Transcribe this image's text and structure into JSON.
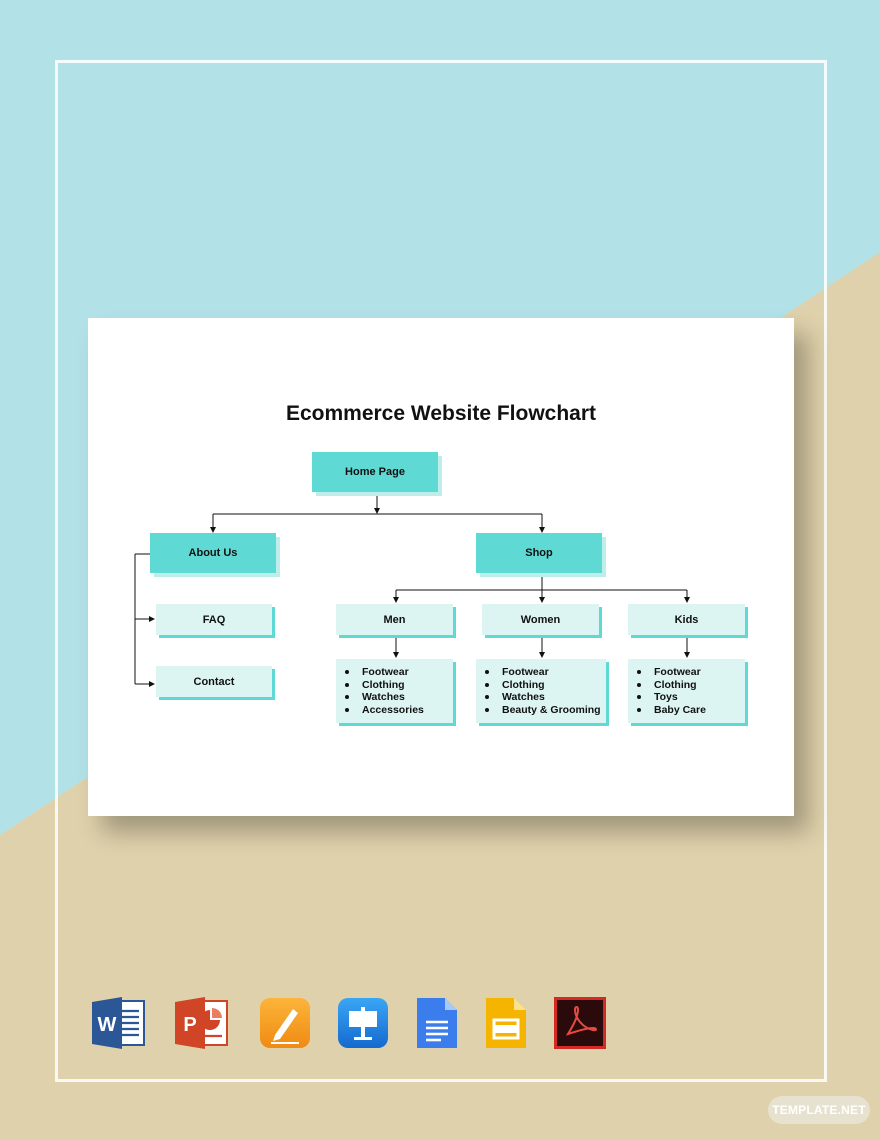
{
  "diagram": {
    "title": "Ecommerce Website Flowchart",
    "nodes": {
      "home": "Home Page",
      "about": "About Us",
      "shop": "Shop",
      "faq": "FAQ",
      "contact": "Contact",
      "men": "Men",
      "women": "Women",
      "kids": "Kids"
    },
    "lists": {
      "men": [
        "Footwear",
        "Clothing",
        "Watches",
        "Accessories"
      ],
      "women": [
        "Footwear",
        "Clothing",
        "Watches",
        "Beauty & Grooming"
      ],
      "kids": [
        "Footwear",
        "Clothing",
        "Toys",
        "Baby Care"
      ]
    }
  },
  "formats": [
    {
      "icon": "microsoft-word-icon",
      "letter": "W",
      "color": "#2b5797"
    },
    {
      "icon": "microsoft-powerpoint-icon",
      "letter": "P",
      "color": "#d04525"
    },
    {
      "icon": "apple-pages-icon",
      "color": "#f59b1a"
    },
    {
      "icon": "apple-keynote-icon",
      "color": "#1e88e5"
    },
    {
      "icon": "google-docs-icon",
      "color": "#3b7ded"
    },
    {
      "icon": "google-slides-icon",
      "color": "#f4b400"
    },
    {
      "icon": "adobe-pdf-icon",
      "color": "#2a0a0a"
    }
  ],
  "watermark": "TEMPLATE.NET",
  "colors": {
    "background_blue": "#b2e2e8",
    "background_tan": "#dfd1ab",
    "node_dark": "#5fd9d4",
    "node_light": "#dcf5f3"
  }
}
